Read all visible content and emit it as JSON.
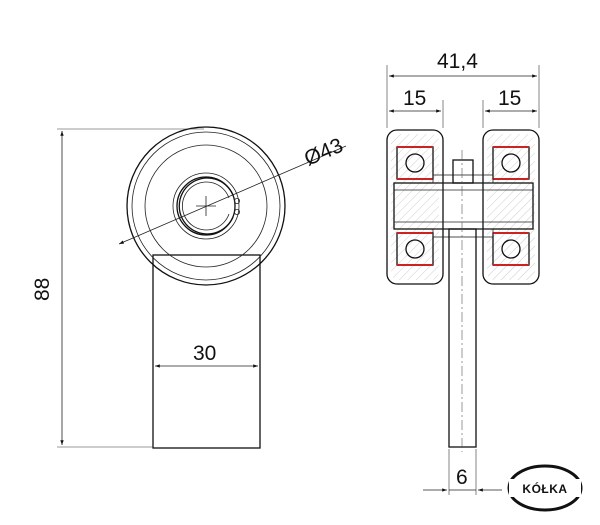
{
  "dimensions": {
    "height_88": "88",
    "diameter_43": "Ø43",
    "width_30": "30",
    "overall_41_4": "41,4",
    "left_15": "15",
    "right_15": "15",
    "plate_6": "6"
  },
  "logo": {
    "text": "KÓŁKA"
  },
  "colors": {
    "line": "#111111",
    "bearing_seal": "#cc2222",
    "background": "#ffffff"
  }
}
